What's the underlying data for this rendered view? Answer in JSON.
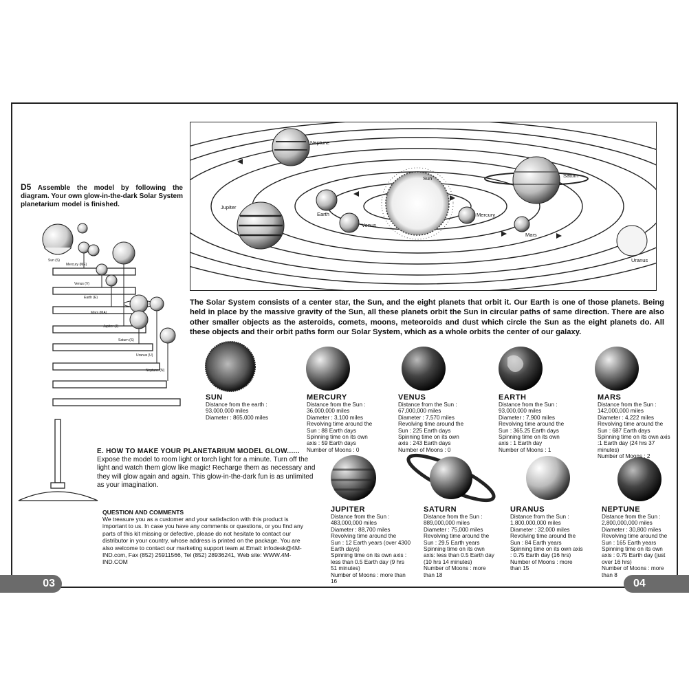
{
  "page_numbers": {
    "left": "03",
    "right": "04"
  },
  "orbit_labels": {
    "neptune": "Neptune",
    "saturn": "Saturn",
    "jupiter": "Jupiter",
    "sun": "Sun",
    "earth": "Earth",
    "venus": "Venus",
    "mercury": "Mercury",
    "mars": "Mars",
    "uranus": "Uranus"
  },
  "d5": {
    "step": "D5",
    "text": "Assemble the model by following the diagram. Your own glow-in-the-dark Solar System planetarium model is finished."
  },
  "model_labels": {
    "sun": "Sun (S)",
    "mercury": "Mercury (ME)",
    "venus": "Venus (V)",
    "earth": "Earth (E)",
    "mars": "Mars (MA)",
    "jupiter": "Jupiter (J)",
    "saturn": "Saturn (S)",
    "uranus": "Uranus (U)",
    "neptune": "Neptune (N)"
  },
  "intro": "The Solar System consists of a center star, the Sun, and the eight planets that orbit it. Our Earth is one of those planets. Being held in place by the massive gravity of the Sun, all these planets orbit the Sun in circular paths of same direction. There are also other smaller objects as the asteroids, comets, moons, meteoroids and dust which circle the Sun as the eight planets do. All these objects and their orbit paths form our Solar System, which as a whole orbits the center of our galaxy.",
  "planets": [
    {
      "name": "SUN",
      "facts": [
        "Distance from the earth :",
        "93,000,000 miles",
        "Diameter : 865,000 miles"
      ]
    },
    {
      "name": "MERCURY",
      "facts": [
        "Distance from the Sun :",
        "36,000,000 miles",
        "Diameter : 3,100 miles",
        "Revolving time around the",
        "Sun : 88 Earth days",
        "Spinning time on its own",
        "axis : 59 Earth days",
        "Number of Moons : 0"
      ]
    },
    {
      "name": "VENUS",
      "facts": [
        "Distance from the Sun :",
        "67,000,000 miles",
        "Diameter : 7,570 miles",
        "Revolving time around the",
        "Sun : 225 Earth days",
        "Spinning time on its own",
        "axis : 243 Earth days",
        "Number of Moons : 0"
      ]
    },
    {
      "name": "EARTH",
      "facts": [
        "Distance from the Sun :",
        "93,000,000 miles",
        "Diameter : 7,900 miles",
        "Revolving time around the",
        "Sun : 365.25 Earth days",
        "Spinning time on its own",
        "axis : 1 Earth day",
        "Number of Moons : 1"
      ]
    },
    {
      "name": "MARS",
      "facts": [
        "Distance from the Sun :",
        "142,000,000 miles",
        "Diameter : 4,222 miles",
        "Revolving time around the",
        "Sun : 687 Earth days",
        "Spinning time on its own axis",
        ":1 Earth day (24 hrs 37",
        "minutes)",
        "Number of Moons : 2"
      ]
    },
    {
      "name": "JUPITER",
      "facts": [
        "Distance from the Sun :",
        "483,000,000 miles",
        "Diameter : 88,700 miles",
        "Revolving time around the",
        "Sun : 12 Earth years (over 4300",
        "Earth days)",
        "Spinning time on its own axis :",
        "less than 0.5 Earth day (9 hrs",
        "51 minutes)",
        "Number of Moons : more than",
        "16"
      ]
    },
    {
      "name": "SATURN",
      "facts": [
        "Distance from the Sun :",
        "889,000,000 miles",
        "Diameter : 75,000 miles",
        "Revolving time around the",
        "Sun : 29.5 Earth years",
        "Spinning time on its own",
        "axis: less than 0.5 Earth day",
        "(10 hrs 14 minutes)",
        "Number of Moons : more",
        "than 18"
      ]
    },
    {
      "name": "URANUS",
      "facts": [
        "Distance from the Sun :",
        "1,800,000,000 miles",
        "Diameter : 32,000 miles",
        "Revolving time around the",
        "Sun : 84 Earth years",
        "Spinning time on its own axis",
        ": 0.75 Earth day (16 hrs)",
        "Number of Moons : more",
        "than 15"
      ]
    },
    {
      "name": "NEPTUNE",
      "facts": [
        "Distance from the Sun :",
        "2,800,000,000 miles",
        "Diameter : 30,800 miles",
        "Revolving time around the",
        "Sun : 165 Earth years",
        "Spinning time on its own",
        "axis : 0.75 Earth day (just",
        "over 16 hrs)",
        "Number of Moons : more",
        "than 8"
      ]
    }
  ],
  "how": {
    "heading": "E. HOW TO MAKE YOUR PLANETARIUM MODEL GLOW......",
    "body": "Expose the model to room light or torch light for a minute. Turn off the light and watch them glow like magic! Recharge them as necessary and they will glow again and again. This glow-in-the-dark fun is as unlimited as your imagination."
  },
  "qc": {
    "heading": "QUESTION AND COMMENTS",
    "body": "We treasure you as a customer and your satisfaction with this product is important to us. In case you have any comments or questions, or you find any parts of this kit missing or defective, please do not hesitate to contact our distributor in your country, whose address is printed on the package. You are also welcome to contact our marketing support team at Email: infodesk@4M-IND.com, Fax (852) 25911566, Tel (852) 28936241, Web site: WWW.4M-IND.COM"
  }
}
